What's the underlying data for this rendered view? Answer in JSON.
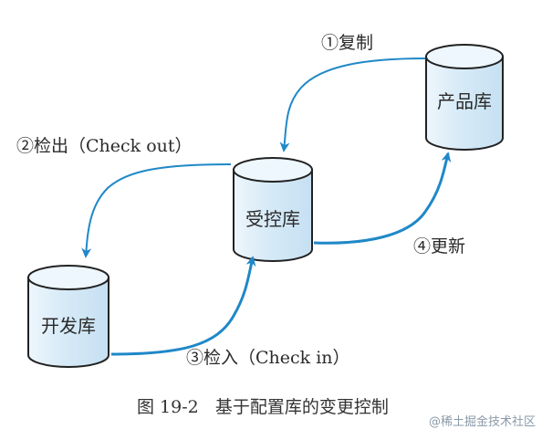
{
  "repositories": {
    "product": {
      "label": "产品库"
    },
    "controlled": {
      "label": "受控库"
    },
    "development": {
      "label": "开发库"
    }
  },
  "edges": {
    "copy": {
      "label": "①复制"
    },
    "checkout": {
      "label": "②检出（Check out）"
    },
    "checkin": {
      "label": "③检入（Check in）"
    },
    "update": {
      "label": "④更新"
    }
  },
  "caption": "图 19-2   基于配置库的变更控制",
  "watermark": "@稀土掘金技术社区",
  "colors": {
    "arrow": "#1f88c8",
    "cylinder_fill": "#ddeef8",
    "cylinder_stroke": "#222222"
  }
}
